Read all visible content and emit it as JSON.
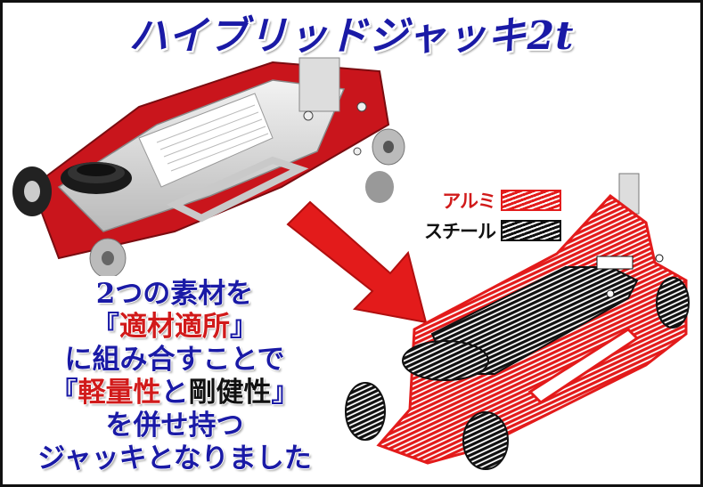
{
  "title": "ハイブリッドジャッキ2t",
  "legend": {
    "aluminum": "アルミ",
    "steel": "スチール"
  },
  "message": {
    "line1": "2つの素材を",
    "line2_open": "『",
    "line2_highlight": "適材適所",
    "line2_close": "』",
    "line3": "に組み合すことで",
    "line4_open": "『",
    "line4_highlight1": "軽量性",
    "line4_mid": "と",
    "line4_highlight2": "剛健性",
    "line4_close": "』",
    "line5": "を併せ持つ",
    "line6": "ジャッキとなりました"
  },
  "colors": {
    "title": "#1a1aa6",
    "aluminum": "#e31b1b",
    "steel": "#111111",
    "text_blue": "#1a1aa6",
    "text_red": "#d11a1a"
  },
  "icons": {
    "photo": "floor-jack-photo",
    "diagram": "floor-jack-material-diagram",
    "arrow": "red-arrow-icon"
  }
}
